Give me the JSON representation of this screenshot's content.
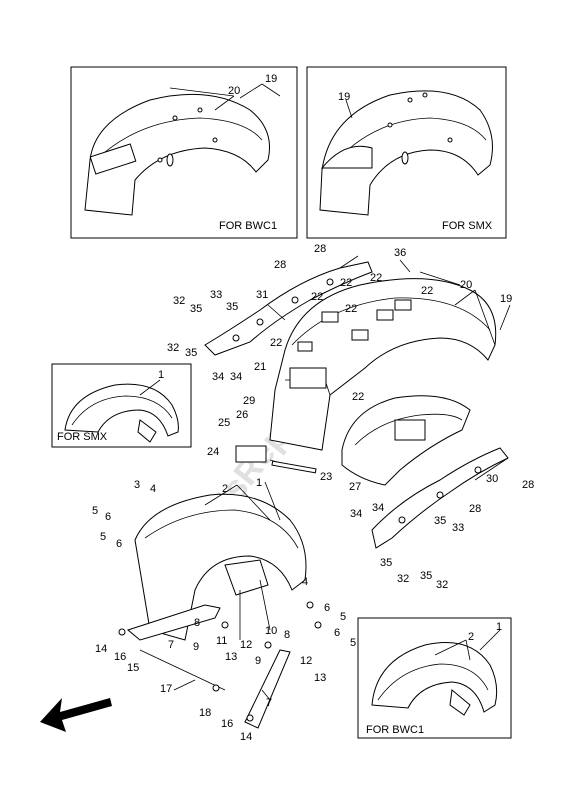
{
  "watermark": "PartsRepublik",
  "inset_labels": {
    "top_left": "FOR BWC1",
    "top_right": "FOR SMX",
    "mid_left": "FOR SMX",
    "bottom_right": "FOR BWC1"
  },
  "callouts": {
    "c19a": "19",
    "c20a": "20",
    "c19b": "19",
    "c1a": "1",
    "c28a": "28",
    "c36": "36",
    "c28b": "28",
    "c22a": "22",
    "c22b": "22",
    "c22c": "22",
    "c22d": "22",
    "c22e": "22",
    "c22f": "22",
    "c22g": "22",
    "c20b": "20",
    "c19c": "19",
    "c31": "31",
    "c33a": "33",
    "c32a": "32",
    "c35a": "35",
    "c35b": "35",
    "c32b": "32",
    "c35c": "35",
    "c21": "21",
    "c34a": "34",
    "c34b": "34",
    "c29": "29",
    "c26": "26",
    "c25": "25",
    "c24": "24",
    "c23": "23",
    "c27": "27",
    "c30": "30",
    "c28c": "28",
    "c28d": "28",
    "c34c": "34",
    "c34d": "34",
    "c35d": "35",
    "c33b": "33",
    "c35e": "35",
    "c32c": "32",
    "c35f": "35",
    "c32d": "32",
    "c3": "3",
    "c4a": "4",
    "c5a": "5",
    "c6a": "6",
    "c5b": "5",
    "c6b": "6",
    "c2a": "2",
    "c1b": "1",
    "c4b": "4",
    "c6c": "6",
    "c5c": "5",
    "c6d": "6",
    "c5d": "5",
    "c8a": "8",
    "c7a": "7",
    "c11": "11",
    "c9a": "9",
    "c10": "10",
    "c8b": "8",
    "c12a": "12",
    "c13a": "13",
    "c9b": "9",
    "c12b": "12",
    "c13b": "13",
    "c14a": "14",
    "c16a": "16",
    "c15": "15",
    "c17": "17",
    "c7b": "7",
    "c18": "18",
    "c16b": "16",
    "c14b": "14",
    "c2b": "2",
    "c1c": "1"
  },
  "icons": {
    "arrow": "direction-arrow-icon"
  }
}
